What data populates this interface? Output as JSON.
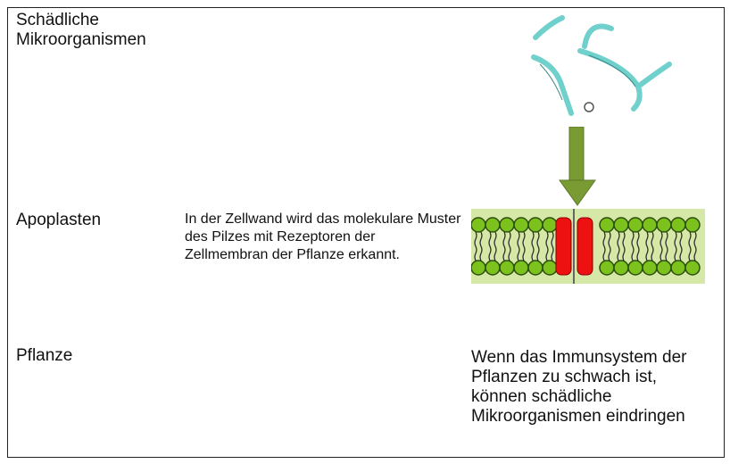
{
  "rows": {
    "top": {
      "label": "Schädliche Mikroorganismen"
    },
    "middle": {
      "label": "Apoplasten",
      "description": "In der Zellwand wird das molekulare Muster des Pilzes mit Rezeptoren der Zellmembran der Pflanze erkannt."
    },
    "bottom": {
      "label": "Pflanze",
      "description": "Wenn das Immunsystem der Pflanzen zu schwach ist, können schädliche Mikroorganismen eindringen"
    }
  },
  "colors": {
    "arrow": "#7a9a34",
    "membrane_bg": "#d6e8a8",
    "head": "#7cc21e",
    "receptor": "#ee1111",
    "microbe": "#6fd0cc"
  }
}
